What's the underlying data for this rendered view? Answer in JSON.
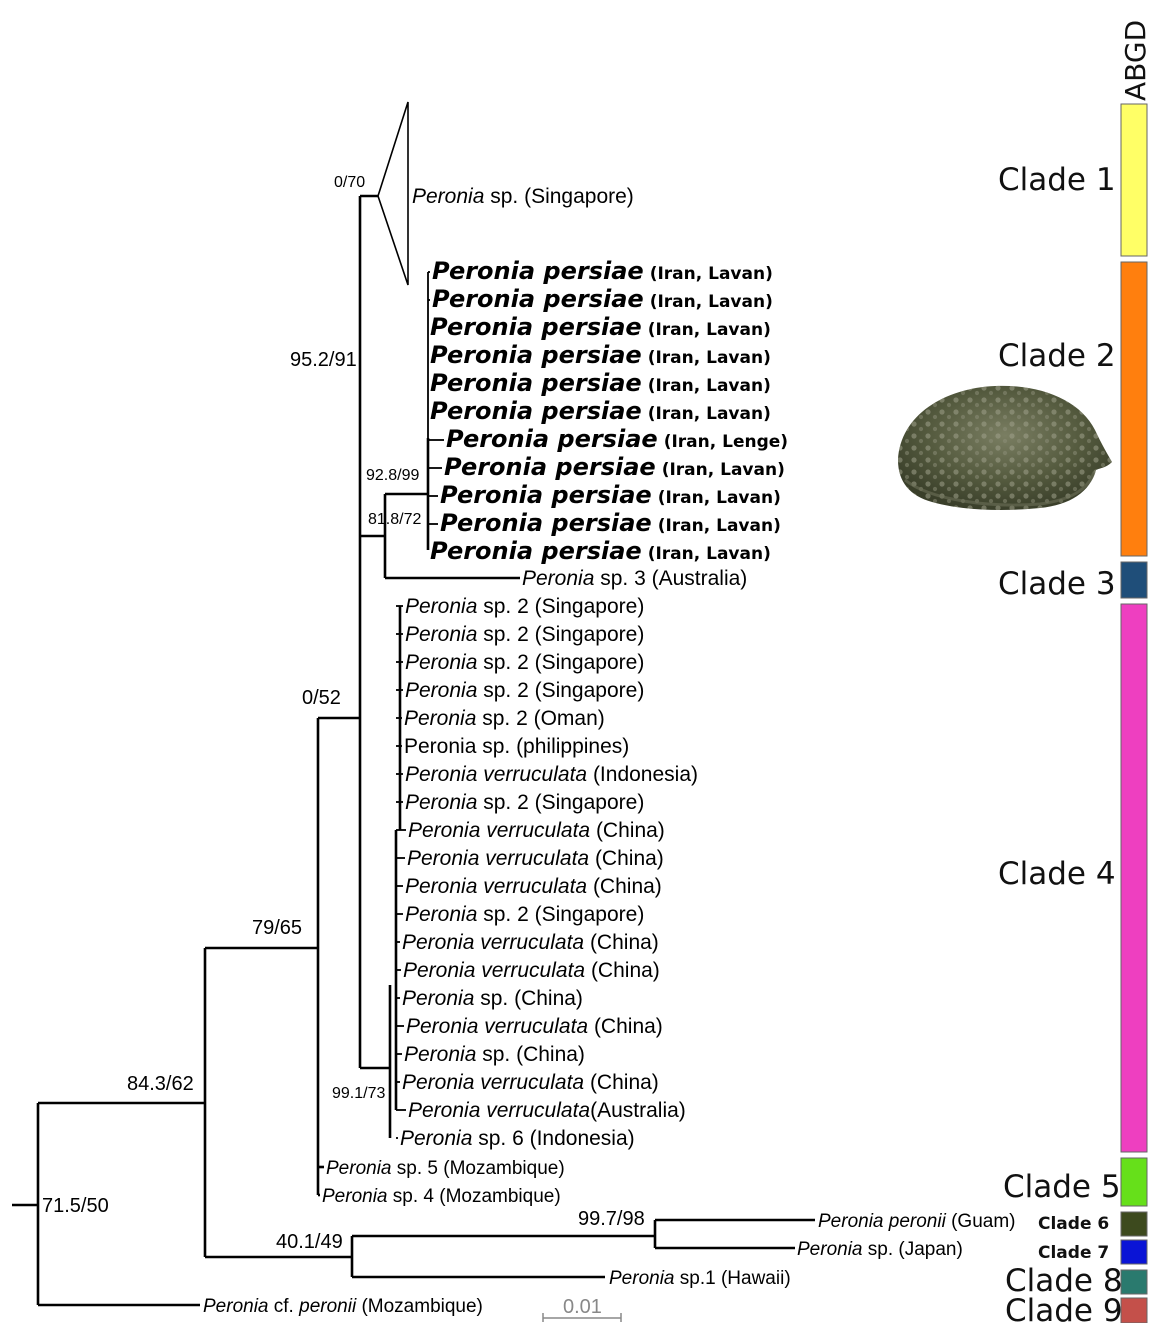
{
  "header": {
    "abgd_label": "ABGD"
  },
  "clades": [
    {
      "label": "Clade 1",
      "color": "#ffff66"
    },
    {
      "label": "Clade 2",
      "color": "#ff7f0e"
    },
    {
      "label": "Clade 3",
      "color": "#1f4e79"
    },
    {
      "label": "Clade 4",
      "color": "#ee3fc0"
    },
    {
      "label": "Clade 5",
      "color": "#66e01a"
    },
    {
      "label": "Clade 6",
      "color": "#3d4a1e"
    },
    {
      "label": "Clade 7",
      "color": "#0a14d6"
    },
    {
      "label": "Clade 8",
      "color": "#2a7a6e"
    },
    {
      "label": "Clade 9",
      "color": "#c4504a"
    }
  ],
  "support_values": {
    "root": "71.5/50",
    "n1": "84.3/62",
    "n2": "79/65",
    "n3": "0/52",
    "n4": "95.2/91",
    "n5": "0/70",
    "n6": "92.8/99",
    "n7": "81.8/72",
    "n8": "99.1/73",
    "n9": "40.1/49",
    "n10": "99.7/98"
  },
  "collapsed_clade": {
    "genus": "Peronia",
    "rest": " sp. (Singapore)"
  },
  "persiae_tips": [
    {
      "name": "Peronia persiae",
      "loc": "(Iran, Lavan)"
    },
    {
      "name": "Peronia persiae",
      "loc": "(Iran, Lavan)"
    },
    {
      "name": "Peronia persiae",
      "loc": "(Iran, Lavan)"
    },
    {
      "name": "Peronia persiae",
      "loc": "(Iran, Lavan)"
    },
    {
      "name": "Peronia persiae",
      "loc": "(Iran, Lavan)"
    },
    {
      "name": "Peronia persiae",
      "loc": "(Iran, Lavan)"
    },
    {
      "name": "Peronia persiae",
      "loc": "(Iran, Lenge)"
    },
    {
      "name": "Peronia persiae",
      "loc": "(Iran, Lavan)"
    },
    {
      "name": "Peronia persiae",
      "loc": "(Iran, Lavan)"
    },
    {
      "name": "Peronia persiae",
      "loc": "(Iran, Lavan)"
    },
    {
      "name": "Peronia persiae",
      "loc": "(Iran, Lavan)"
    }
  ],
  "australia3": {
    "italic": "Peronia",
    "rest": " sp. 3 (Australia)"
  },
  "clade4_tips": [
    {
      "italic": "Peronia",
      "rest": " sp. 2 (Singapore)"
    },
    {
      "italic": "Peronia",
      "rest": " sp. 2 (Singapore)"
    },
    {
      "italic": "Peronia",
      "rest": " sp. 2 (Singapore)"
    },
    {
      "italic": "Peronia",
      "rest": " sp. 2 (Singapore)"
    },
    {
      "italic": "Peronia",
      "rest": " sp. 2 (Oman)"
    },
    {
      "italic": "",
      "rest": "Peronia sp. (philippines)"
    },
    {
      "italic": "Peronia verruculata",
      "rest": " (Indonesia)"
    },
    {
      "italic": "Peronia",
      "rest": " sp. 2 (Singapore)"
    },
    {
      "italic": "Peronia verruculata",
      "rest": " (China)"
    },
    {
      "italic": "Peronia verruculata",
      "rest": " (China)"
    },
    {
      "italic": "Peronia verruculata",
      "rest": " (China)"
    },
    {
      "italic": "Peronia",
      "rest": " sp. 2 (Singapore)"
    },
    {
      "italic": "Peronia verruculata",
      "rest": " (China)"
    },
    {
      "italic": "Peronia verruculata",
      "rest": " (China)"
    },
    {
      "italic": "Peronia",
      "rest": " sp. (China)"
    },
    {
      "italic": "Peronia verruculata",
      "rest": " (China)"
    },
    {
      "italic": "Peronia",
      "rest": " sp. (China)"
    },
    {
      "italic": "Peronia verruculata",
      "rest": " (China)"
    },
    {
      "italic": "Peronia verruculata",
      "rest": "(Australia)"
    },
    {
      "italic": "Peronia",
      "rest": " sp. 6 (Indonesia)"
    }
  ],
  "clade5_tips": [
    {
      "italic": "Peronia",
      "rest": " sp. 5 (Mozambique)"
    },
    {
      "italic": "Peronia",
      "rest": " sp. 4 (Mozambique)"
    }
  ],
  "outer_tips": {
    "guam": {
      "italic": "Peronia peronii",
      "rest": " (Guam)"
    },
    "japan": {
      "italic": "Peronia",
      "rest": " sp. (Japan)"
    },
    "hawaii": {
      "italic": "Peronia",
      "rest": " sp.1 (Hawaii)"
    },
    "mozambique_cf": {
      "italic": "Peronia",
      "mid": " cf. ",
      "italic2": "peronii",
      "rest": " (Mozambique)"
    }
  },
  "scale_bar": {
    "label": "0.01"
  }
}
